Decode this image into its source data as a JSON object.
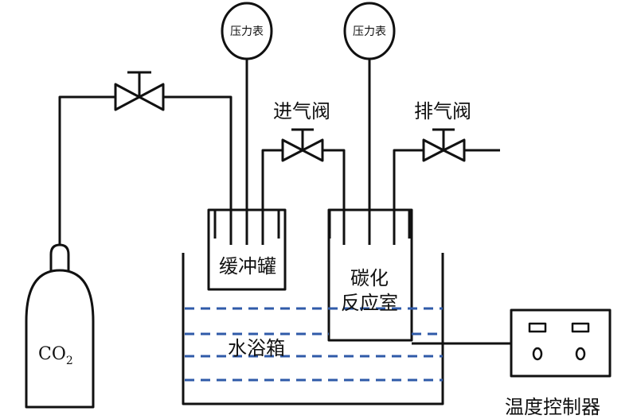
{
  "labels": {
    "gauge_left": "压力表",
    "gauge_right": "压力表",
    "inlet_valve": "进气阀",
    "exhaust_valve": "排气阀",
    "buffer_tank": "缓冲罐",
    "reactor_line1": "碳化",
    "reactor_line2": "反应室",
    "water_bath": "水浴箱",
    "cylinder": "CO",
    "cylinder_sub": "2",
    "temp_controller": "温度控制器"
  },
  "colors": {
    "stroke": "#111111",
    "water": "#2f5aa8",
    "background": "#ffffff"
  }
}
